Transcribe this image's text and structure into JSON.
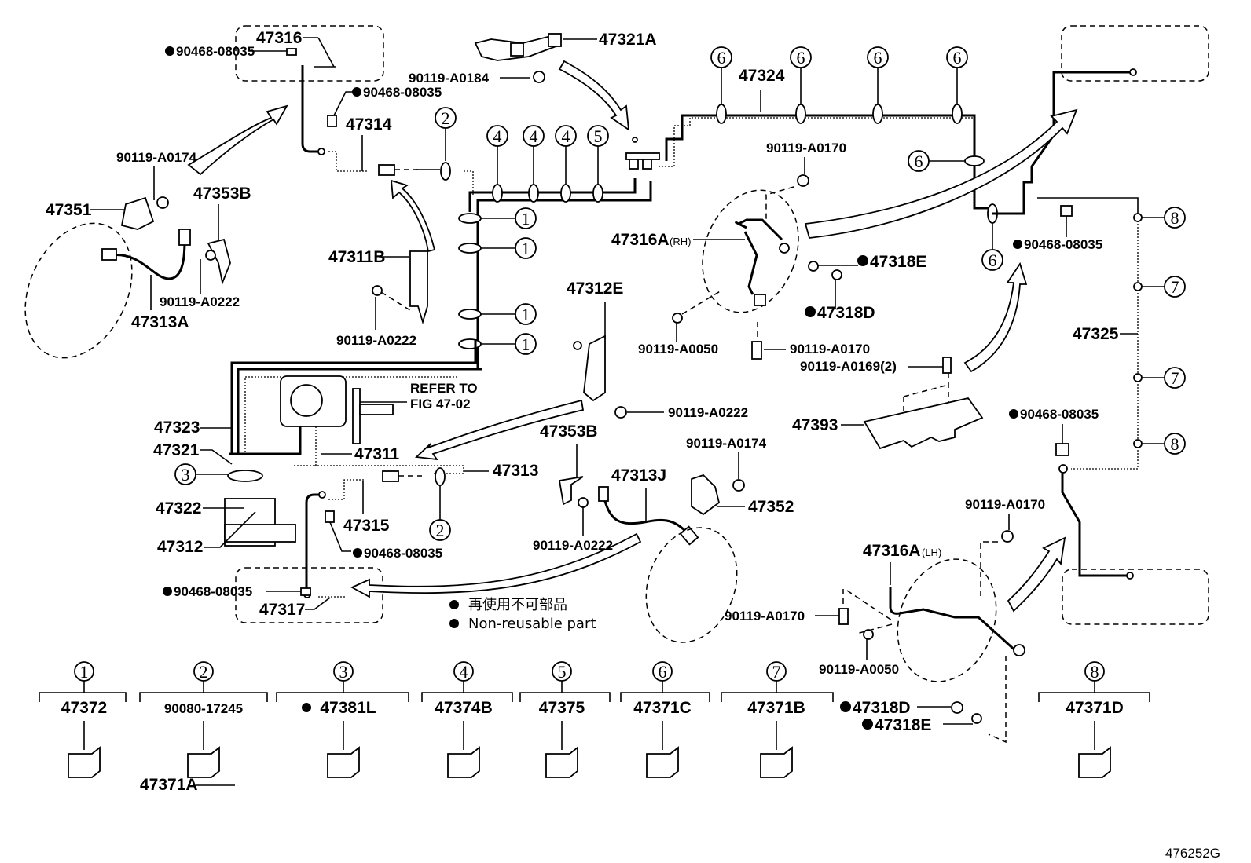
{
  "figure_code": "476252G",
  "legend": {
    "jp": "再使用不可部品",
    "en": "Non-reusable part",
    "marker_color": "#000000"
  },
  "refer_note": [
    "REFER TO",
    "FIG 47-02"
  ],
  "labels": {
    "p47316": "47316",
    "p90468_tl": "90468-08035",
    "p90468_t2": "90468-08035",
    "p47314": "47314",
    "p90119_A0174_l": "90119-A0174",
    "p47351": "47351",
    "p47353B_l": "47353B",
    "p90119_A0222_l": "90119-A0222",
    "p47313A": "47313A",
    "p47311B": "47311B",
    "p90119_A0222_c": "90119-A0222",
    "p47321A": "47321A",
    "p90119_A0184": "90119-A0184",
    "p47324": "47324",
    "p90119_A0170_t": "90119-A0170",
    "p47316A_rh": "47316A",
    "rh": "(RH)",
    "p47318E_r": "47318E",
    "p47318D_r": "47318D",
    "p90119_A0050_r": "90119-A0050",
    "p90119_A0170_m": "90119-A0170",
    "p90119_A0169": "90119-A0169(2)",
    "p47393": "47393",
    "p90468_r1": "90468-08035",
    "p47325": "47325",
    "p90468_r2": "90468-08035",
    "p47312E": "47312E",
    "p90119_A0222_m": "90119-A0222",
    "p47323": "47323",
    "p47321": "47321",
    "p47322": "47322",
    "p47312": "47312",
    "p47311": "47311",
    "p47313": "47313",
    "p47315": "47315",
    "p90468_b": "90468-08035",
    "p90468_bl": "90468-08035",
    "p47317": "47317",
    "p47353B_m": "47353B",
    "p90119_A0222_b": "90119-A0222",
    "p47313J": "47313J",
    "p90119_A0174_m": "90119-A0174",
    "p47352": "47352",
    "p90119_A0170_lh1": "90119-A0170",
    "p47316A_lh": "47316A",
    "lh": "(LH)",
    "p90119_A0170_lh2": "90119-A0170",
    "p90119_A0050_lh": "90119-A0050",
    "p47318D_lh": "47318D",
    "p47318E_lh": "47318E"
  },
  "callouts": {
    "c1": "1",
    "c2": "2",
    "c3": "3",
    "c4": "4",
    "c5": "5",
    "c6": "6",
    "c7": "7",
    "c8": "8"
  },
  "clamp_table": [
    {
      "key": "1",
      "part": "47372",
      "non_reusable": false,
      "sub": ""
    },
    {
      "key": "2",
      "part": "90080-17245",
      "non_reusable": false,
      "sub": "47371A"
    },
    {
      "key": "3",
      "part": "47381L",
      "non_reusable": true,
      "sub": ""
    },
    {
      "key": "4",
      "part": "47374B",
      "non_reusable": false,
      "sub": ""
    },
    {
      "key": "5",
      "part": "47375",
      "non_reusable": false,
      "sub": ""
    },
    {
      "key": "6",
      "part": "47371C",
      "non_reusable": false,
      "sub": ""
    },
    {
      "key": "7",
      "part": "47371B",
      "non_reusable": false,
      "sub": ""
    },
    {
      "key": "8",
      "part": "47371D",
      "non_reusable": false,
      "sub": ""
    }
  ]
}
